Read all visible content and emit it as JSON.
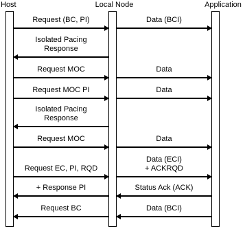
{
  "participants": {
    "host": "Host",
    "local_node": "Local Node",
    "application": "Application"
  },
  "messages": [
    {
      "text": "Request (BC, PI)",
      "from": "host",
      "to": "local_node"
    },
    {
      "text": "Data (BCI)",
      "from": "local_node",
      "to": "application"
    },
    {
      "text": "Isolated Pacing\nResponse",
      "from": "local_node",
      "to": "host"
    },
    {
      "text": "Request MOC",
      "from": "host",
      "to": "local_node"
    },
    {
      "text": "Data",
      "from": "local_node",
      "to": "application"
    },
    {
      "text": "Request MOC PI",
      "from": "host",
      "to": "local_node"
    },
    {
      "text": "Data",
      "from": "local_node",
      "to": "application"
    },
    {
      "text": "Isolated Pacing\nResponse",
      "from": "local_node",
      "to": "host"
    },
    {
      "text": "Request MOC",
      "from": "host",
      "to": "local_node"
    },
    {
      "text": "Data",
      "from": "local_node",
      "to": "application"
    },
    {
      "text": "Request EC, PI, RQD",
      "from": "host",
      "to": "local_node"
    },
    {
      "text": "Data (ECI)\n+ ACKRQD",
      "from": "local_node",
      "to": "application"
    },
    {
      "text": "+ Response PI",
      "from": "local_node",
      "to": "host"
    },
    {
      "text": "Status Ack (ACK)",
      "from": "application",
      "to": "local_node"
    },
    {
      "text": "Request BC",
      "from": "local_node",
      "to": "host"
    },
    {
      "text": "Data (BCI)",
      "from": "application",
      "to": "local_node"
    }
  ]
}
